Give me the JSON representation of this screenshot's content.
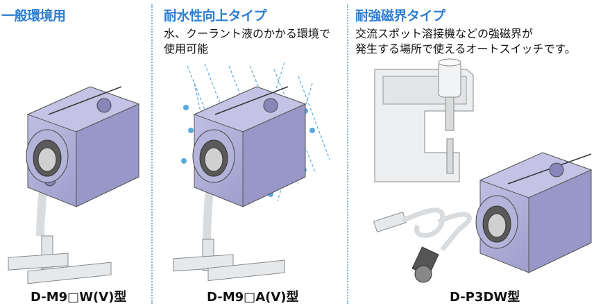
{
  "panels": [
    {
      "heading": "一般環境用",
      "description": [],
      "model": "D-M9□W(V)型"
    },
    {
      "heading": "耐水性向上タイプ",
      "description": [
        "水、クーラント液のかかる環境で",
        "使用可能"
      ],
      "model": "D-M9□A(V)型"
    },
    {
      "heading": "耐強磁界タイプ",
      "description": [
        "交流スポット溶接機などの強磁界が",
        "発生する場所で使えるオートスイッチです。"
      ],
      "model": "D-P3DW型"
    }
  ],
  "colors": {
    "heading": "#2e7ed0",
    "cylinder_body": "#a9a8d2",
    "cylinder_shadow": "#7d7cb0",
    "divider": "#7fb3d9",
    "water": "#5aa9df"
  }
}
